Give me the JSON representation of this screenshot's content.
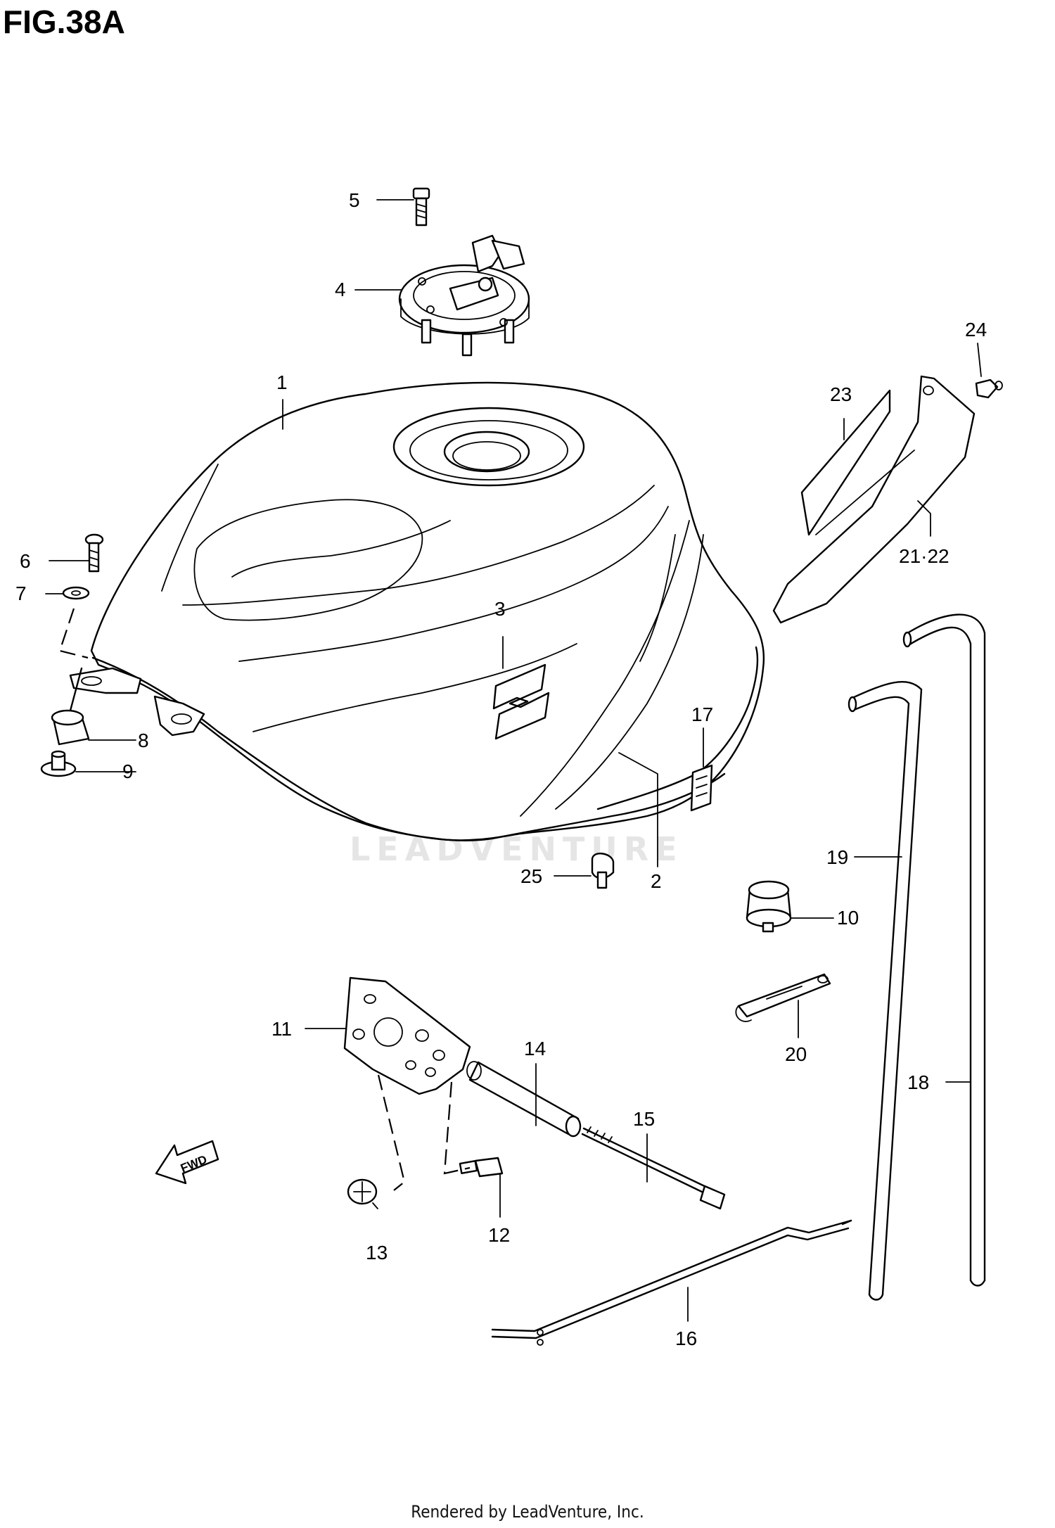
{
  "figure": {
    "title": "FIG.38A",
    "watermark": "LEADVENTURE",
    "footer": "Rendered by LeadVenture, Inc."
  },
  "callouts": [
    {
      "id": "1",
      "label": "1"
    },
    {
      "id": "2",
      "label": "2"
    },
    {
      "id": "3",
      "label": "3"
    },
    {
      "id": "4",
      "label": "4"
    },
    {
      "id": "5",
      "label": "5"
    },
    {
      "id": "6",
      "label": "6"
    },
    {
      "id": "7",
      "label": "7"
    },
    {
      "id": "8",
      "label": "8"
    },
    {
      "id": "9",
      "label": "9"
    },
    {
      "id": "10",
      "label": "10"
    },
    {
      "id": "11",
      "label": "11"
    },
    {
      "id": "12",
      "label": "12"
    },
    {
      "id": "13",
      "label": "13"
    },
    {
      "id": "14",
      "label": "14"
    },
    {
      "id": "15",
      "label": "15"
    },
    {
      "id": "16",
      "label": "16"
    },
    {
      "id": "17",
      "label": "17"
    },
    {
      "id": "18",
      "label": "18"
    },
    {
      "id": "19",
      "label": "19"
    },
    {
      "id": "20",
      "label": "20"
    },
    {
      "id": "21-22",
      "label": "21·22"
    },
    {
      "id": "23",
      "label": "23"
    },
    {
      "id": "24",
      "label": "24"
    },
    {
      "id": "25",
      "label": "25"
    }
  ],
  "fwd_label": "FWD"
}
